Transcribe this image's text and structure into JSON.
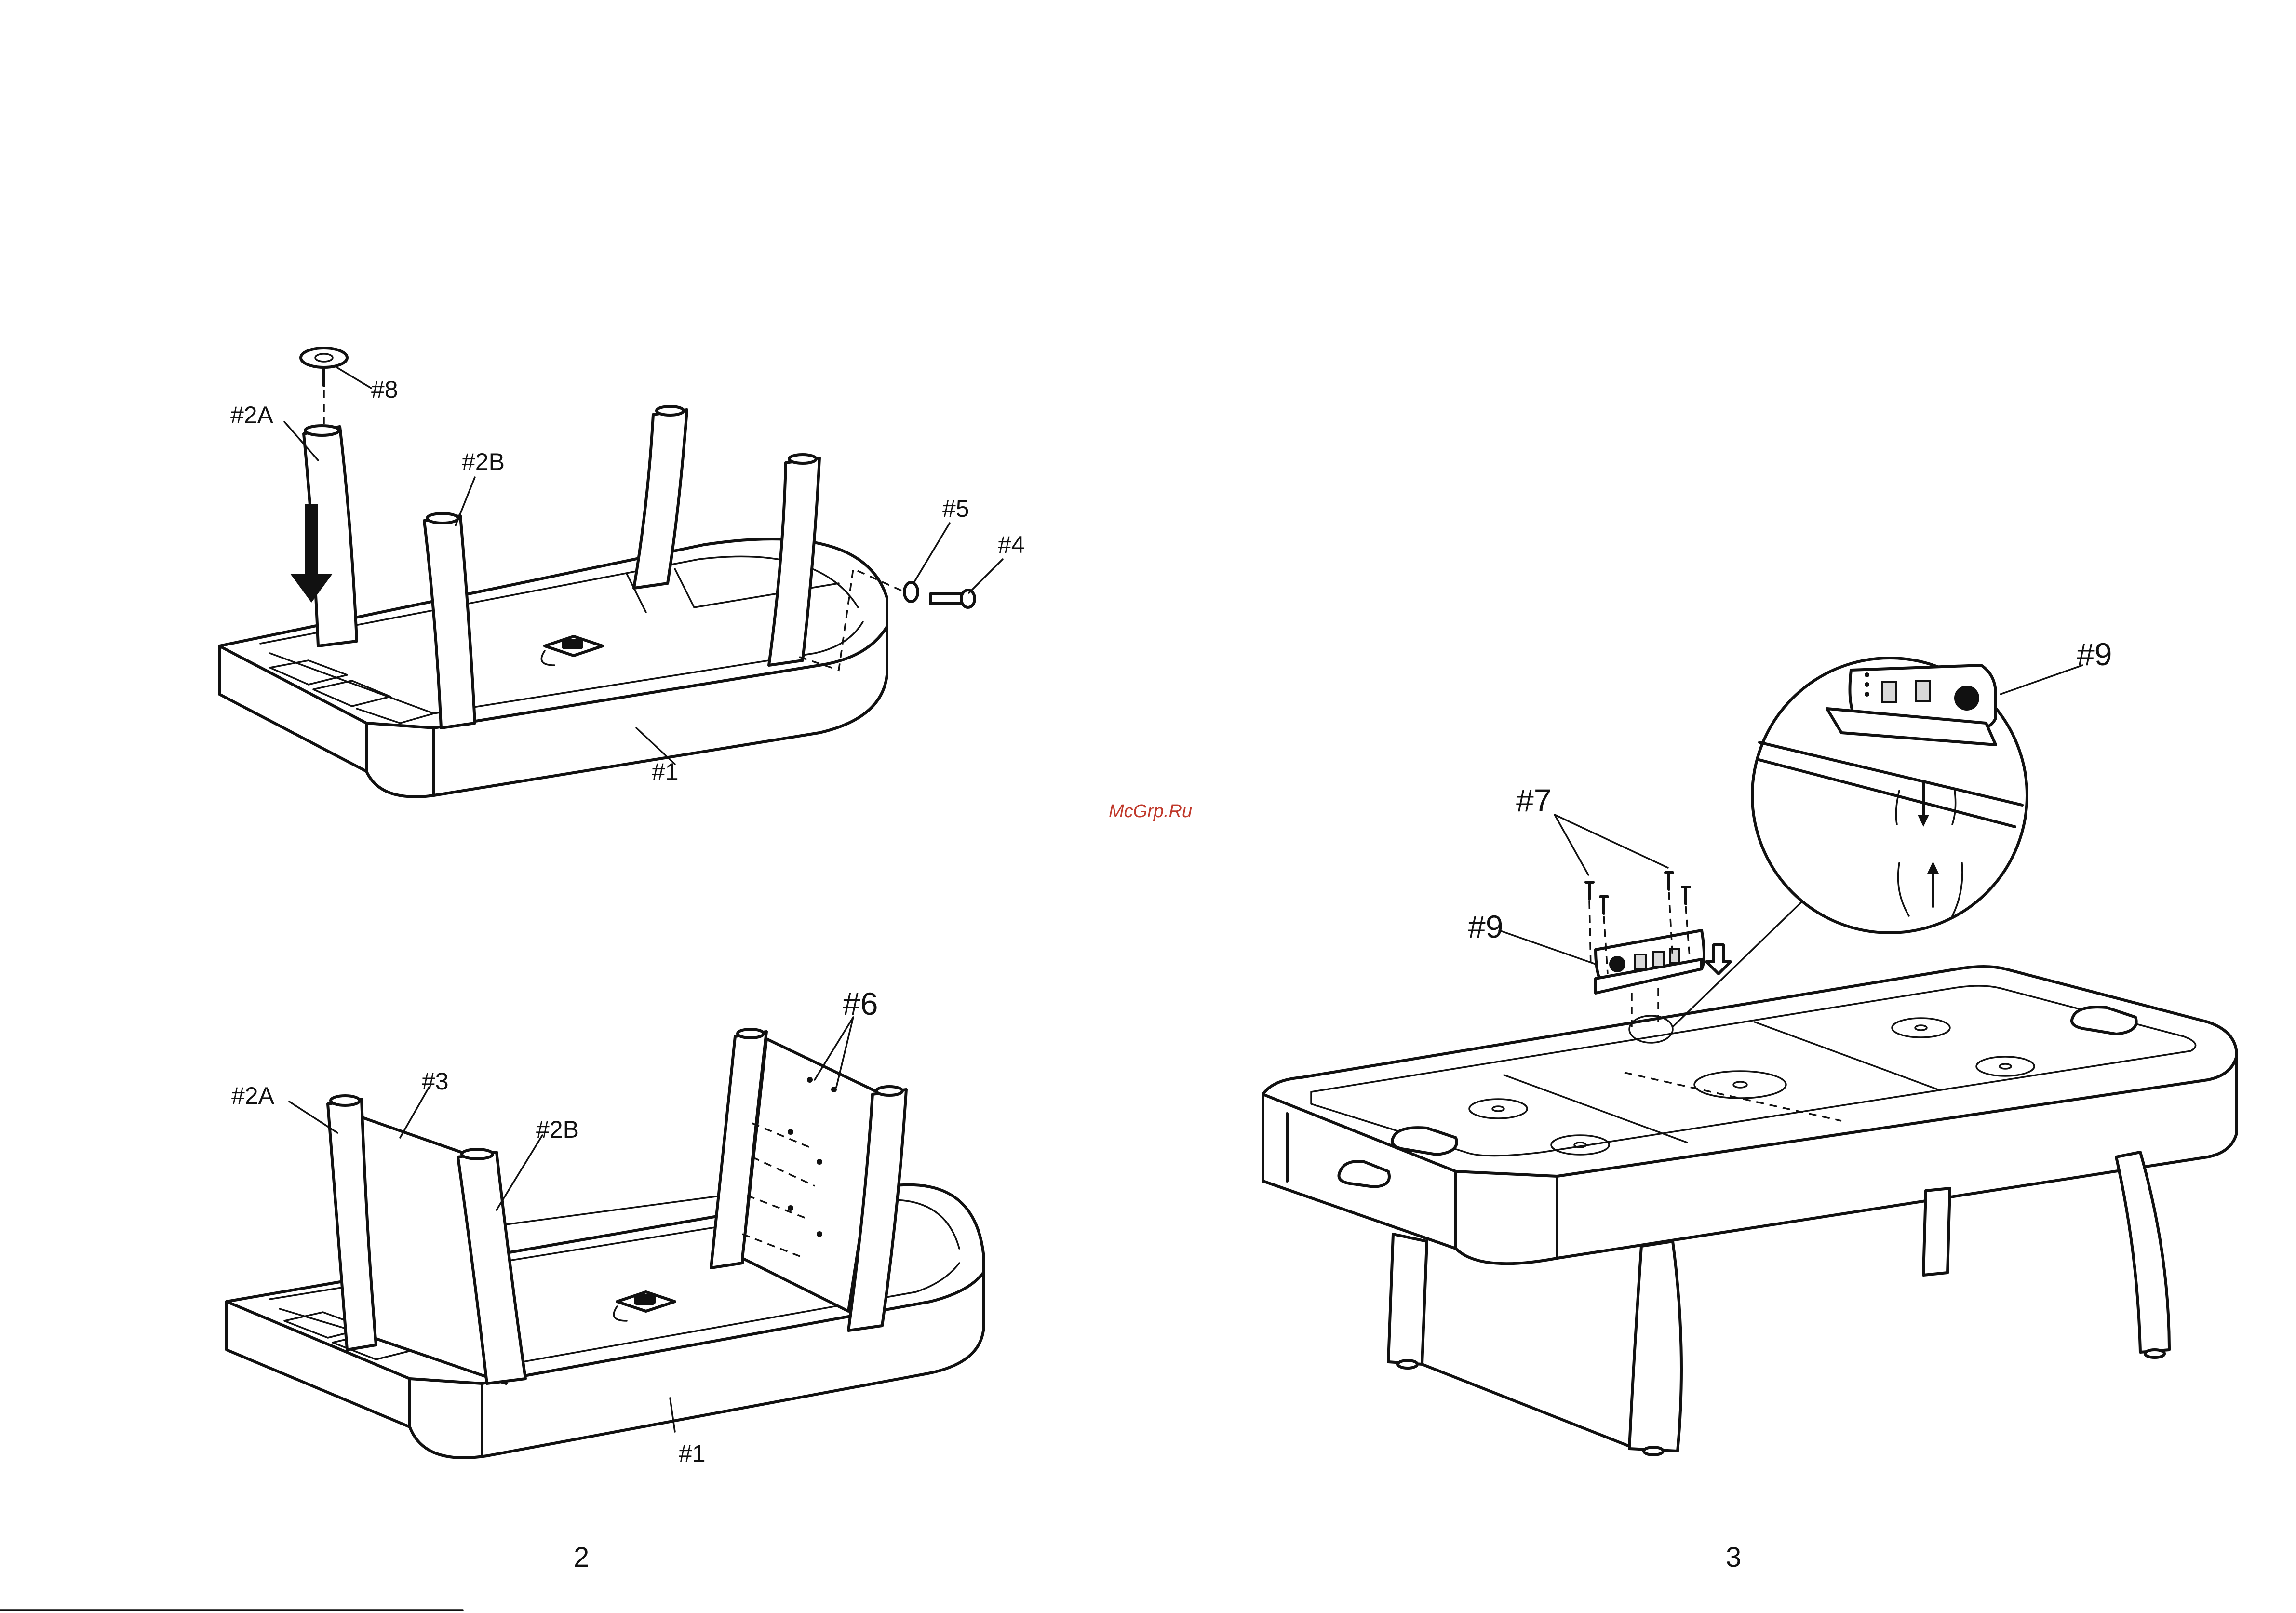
{
  "watermark": "McGrp.Ru",
  "page_numbers": {
    "left": "2",
    "right": "3"
  },
  "fig_a": {
    "leg_a": "#2A",
    "leg_b": "#2B",
    "foot": "#8",
    "washer": "#5",
    "bolt": "#4",
    "frame": "#1"
  },
  "fig_b": {
    "leg_a": "#2A",
    "panel": "#3",
    "leg_b": "#2B",
    "screws": "#6",
    "frame": "#1"
  },
  "fig_c": {
    "screws": "#7",
    "scoreboard": "#9",
    "scoreboard_detail": "#9"
  }
}
